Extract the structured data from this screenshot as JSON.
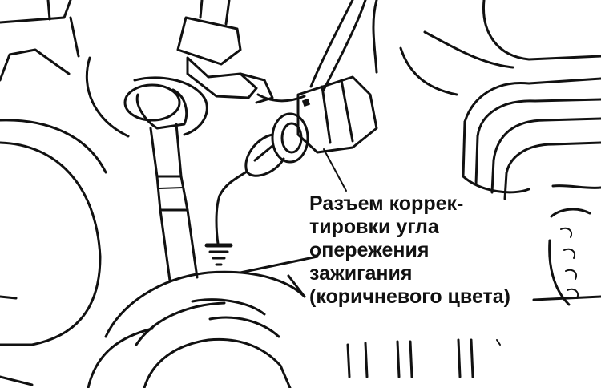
{
  "callout": {
    "lines": [
      "Разъем коррек-",
      "тировки угла",
      "опережения",
      "зажигания",
      "(коричневого цвета)"
    ]
  }
}
